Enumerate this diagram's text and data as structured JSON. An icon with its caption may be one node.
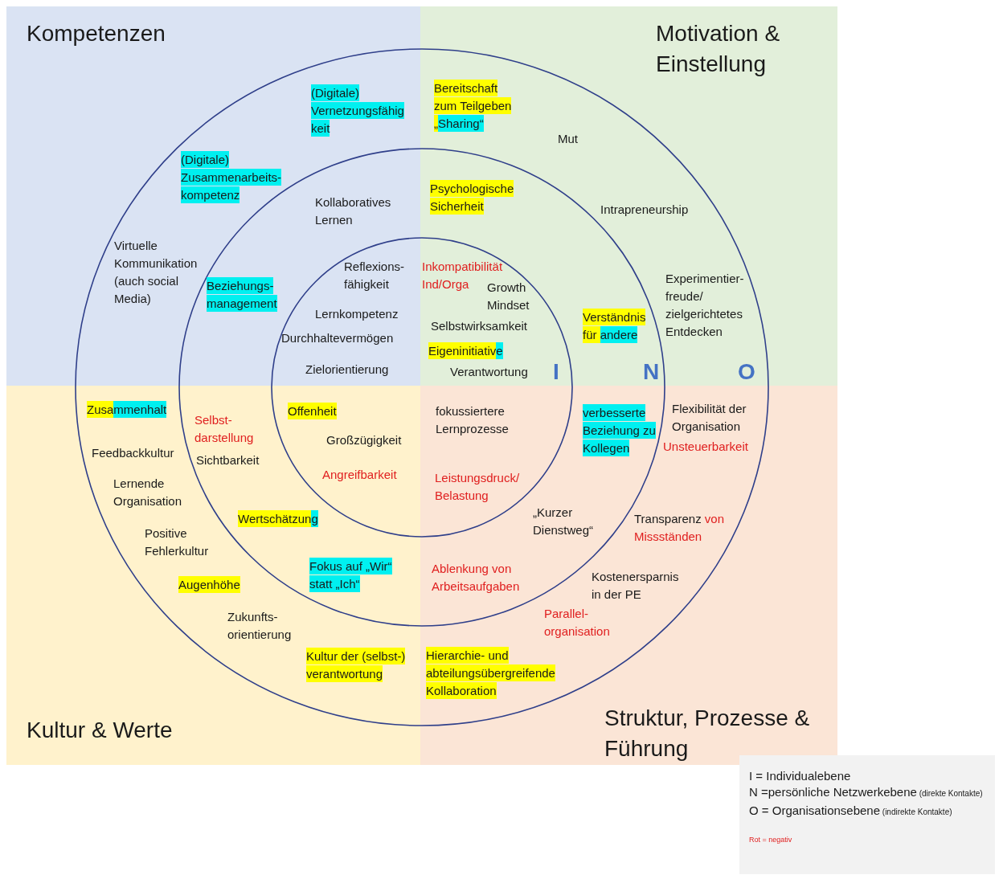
{
  "diagram": {
    "nodes": [
      {
        "text": [
          "Kompetenzen"
        ]
      },
      {
        "text": [
          "Motivation & Einstellung"
        ]
      },
      {
        "text": [
          "Kultur & Werte"
        ]
      },
      {
        "text": [
          "Struktur, Prozesse & Führung"
        ]
      }
    ],
    "edges": [],
    "labels": [
      "(Digitale) Vernetzungsfähig keit",
      "(Digitale) Zusammenarbeits- kompetenz",
      "Kollaboratives Lernen",
      "Virtuelle Kommunikation (auch social Media)",
      "Beziehungs- management",
      "Reflexions- fähigkeit",
      "Lernkompetenz",
      "Durchhaltevermögen",
      "Zielorientierung",
      "Bereitschaft zum Teilgeben „Sharing“",
      "Mut",
      "Psychologische Sicherheit",
      "Intrapreneurship",
      "Inkompatibilität Ind/Orga",
      "Growth Mindset",
      "Selbstwirksamkeit",
      "Eigeninitiative",
      "Verantwortung",
      "Verständnis für andere",
      "Experimentier- freude/ zielgerichtetes Entdecken",
      "I",
      "N",
      "O",
      "Zusammenhalt",
      "Selbst- darstellung",
      "Feedbackkultur",
      "Sichtbarkeit",
      "Offenheit",
      "Großzügigkeit",
      "Angreifbarkeit",
      "Lernende Organisation",
      "Wertschätzung",
      "Positive Fehlerkultur",
      "Fokus auf „Wir“ statt „Ich“",
      "Augenhöhe",
      "Zukunfts- orientierung",
      "Kultur der (selbst-) verantwortung",
      "fokussiertere Lernprozesse",
      "verbesserte Beziehung zu Kollegen",
      "Flexibilität der Organisation",
      "Unsteuerbarkeit",
      "Leistungsdruck/ Belastung",
      "„Kurzer Dienstweg“",
      "Transparenz von Missständen",
      "Ablenkung von Arbeitsaufgaben",
      "Kostenersparnis in der PE",
      "Parallel- organisation",
      "Hierarchie- und abteilungsübergreifende Kollaboration"
    ],
    "legend": [
      {
        "text": "I = Individualebene"
      },
      {
        "text": "N =persönliche Netzwerkebene (direkte Kontakte)"
      },
      {
        "text": "O = Organisationsebene (indirekte Kontakte)"
      },
      {
        "text": "Rot = negativ"
      }
    ]
  }
}
